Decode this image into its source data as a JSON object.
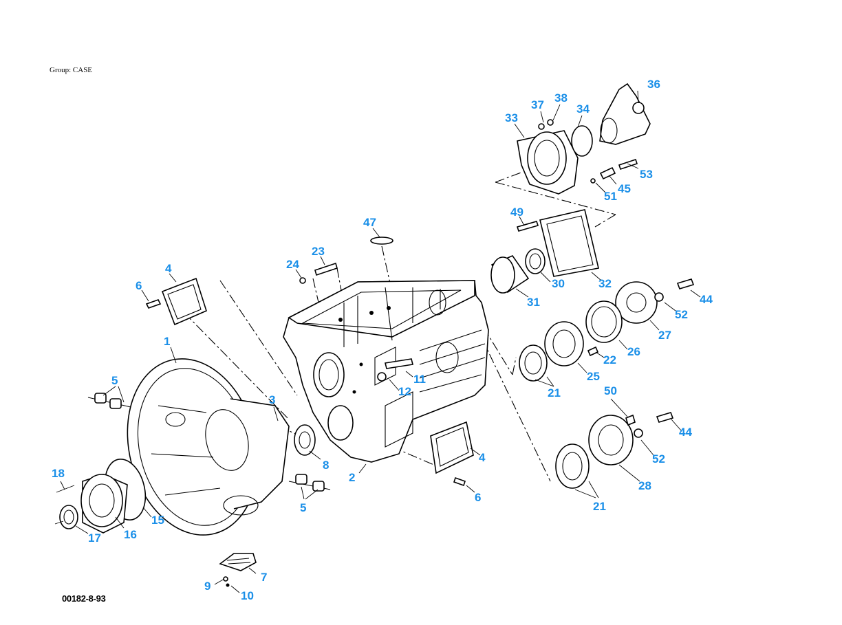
{
  "group_label": "Group: CASE",
  "drawing_code": "00182-8-93",
  "accent_color": "#1a8fe8",
  "callouts": [
    {
      "id": "c36",
      "text": "36"
    },
    {
      "id": "c37",
      "text": "37"
    },
    {
      "id": "c38",
      "text": "38"
    },
    {
      "id": "c34",
      "text": "34"
    },
    {
      "id": "c33",
      "text": "33"
    },
    {
      "id": "c53",
      "text": "53"
    },
    {
      "id": "c45",
      "text": "45"
    },
    {
      "id": "c51",
      "text": "51"
    },
    {
      "id": "c49",
      "text": "49"
    },
    {
      "id": "c47",
      "text": "47"
    },
    {
      "id": "c23",
      "text": "23"
    },
    {
      "id": "c24",
      "text": "24"
    },
    {
      "id": "c4a",
      "text": "4"
    },
    {
      "id": "c6a",
      "text": "6"
    },
    {
      "id": "c30",
      "text": "30"
    },
    {
      "id": "c32",
      "text": "32"
    },
    {
      "id": "c31",
      "text": "31"
    },
    {
      "id": "c44a",
      "text": "44"
    },
    {
      "id": "c52a",
      "text": "52"
    },
    {
      "id": "c27",
      "text": "27"
    },
    {
      "id": "c26",
      "text": "26"
    },
    {
      "id": "c22",
      "text": "22"
    },
    {
      "id": "c25",
      "text": "25"
    },
    {
      "id": "c21a",
      "text": "21"
    },
    {
      "id": "c1",
      "text": "1"
    },
    {
      "id": "c11",
      "text": "11"
    },
    {
      "id": "c12",
      "text": "12"
    },
    {
      "id": "c5a",
      "text": "5"
    },
    {
      "id": "c3",
      "text": "3"
    },
    {
      "id": "c50",
      "text": "50"
    },
    {
      "id": "c44b",
      "text": "44"
    },
    {
      "id": "c52b",
      "text": "52"
    },
    {
      "id": "c8",
      "text": "8"
    },
    {
      "id": "c4b",
      "text": "4"
    },
    {
      "id": "c28",
      "text": "28"
    },
    {
      "id": "c18",
      "text": "18"
    },
    {
      "id": "c2",
      "text": "2"
    },
    {
      "id": "c6b",
      "text": "6"
    },
    {
      "id": "c5b",
      "text": "5"
    },
    {
      "id": "c21b",
      "text": "21"
    },
    {
      "id": "c15",
      "text": "15"
    },
    {
      "id": "c16",
      "text": "16"
    },
    {
      "id": "c17",
      "text": "17"
    },
    {
      "id": "c7",
      "text": "7"
    },
    {
      "id": "c9",
      "text": "9"
    },
    {
      "id": "c10",
      "text": "10"
    }
  ]
}
